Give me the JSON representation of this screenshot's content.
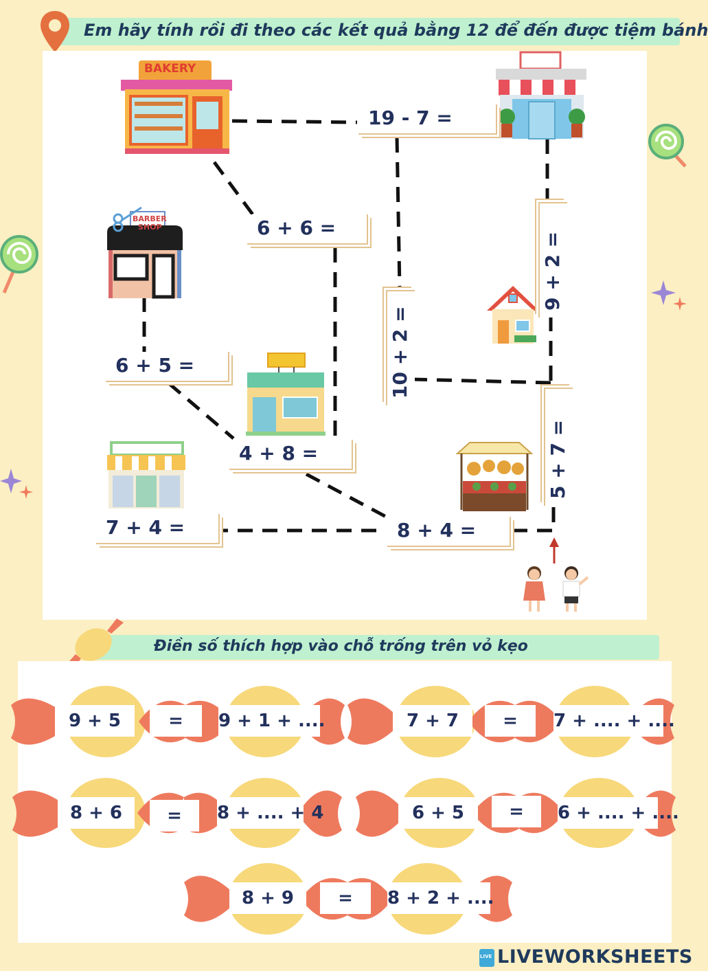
{
  "maze": {
    "instruction": "Em hãy tính rồi đi theo các kết quả bằng 12 để đến được tiệm bánh",
    "bakery_sign": "BAKERY",
    "barber_sign_line1": "BARBER",
    "barber_sign_line2": "SHOP",
    "expressions": {
      "e1": "19 - 7  =",
      "e2": "6 + 6 =",
      "e3": "6 + 5  =",
      "e4": "4 + 8 =",
      "e5": "7 + 4  =",
      "e6": "8 + 4 =",
      "e7": "10 + 2 =",
      "e8": "9 + 2 =",
      "e9": "5 + 7 ="
    }
  },
  "candy": {
    "instruction": "Điền số thích hợp vào chỗ trống trên vỏ kẹo",
    "rows": [
      {
        "left": "9 + 5",
        "eq": "=",
        "right": "9 + 1 + ...."
      },
      {
        "left": "7 + 7",
        "eq": "=",
        "right": "7 + .... + ...."
      },
      {
        "left": "8 + 6",
        "eq": "=",
        "right": "8 + .... + 4"
      },
      {
        "left": "6 + 5",
        "eq": "=",
        "right": "6 + .... + ...."
      },
      {
        "left": "8 + 9",
        "eq": "=",
        "right": "8 + 2 + ...."
      }
    ]
  },
  "footer": {
    "logo_text": "LIVEWORKSHEETS",
    "logo_mark": "LIVE"
  },
  "colors": {
    "background": "#fbefc3",
    "banner": "#bff0cf",
    "candy_wrap": "#ee7a5e",
    "candy_body": "#f7d87a",
    "text": "#22305c"
  }
}
